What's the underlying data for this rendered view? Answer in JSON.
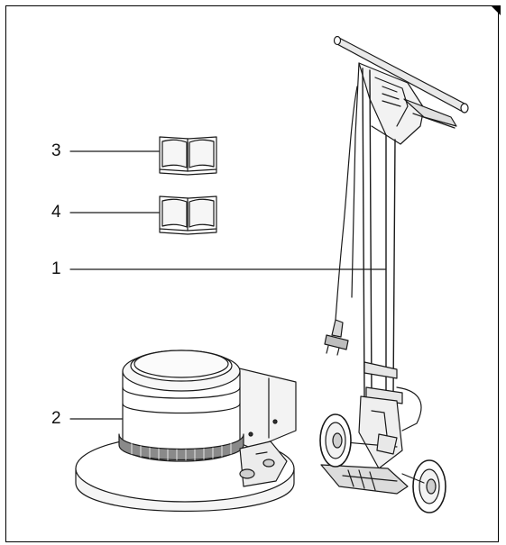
{
  "callouts": {
    "c1": "1",
    "c2": "2",
    "c3": "3",
    "c4": "4"
  },
  "colors": {
    "line": "#1a1a1a",
    "fill_light": "#f2f2f2",
    "fill_mid": "#d6d6d6",
    "fill_dark": "#8a8a8a"
  }
}
